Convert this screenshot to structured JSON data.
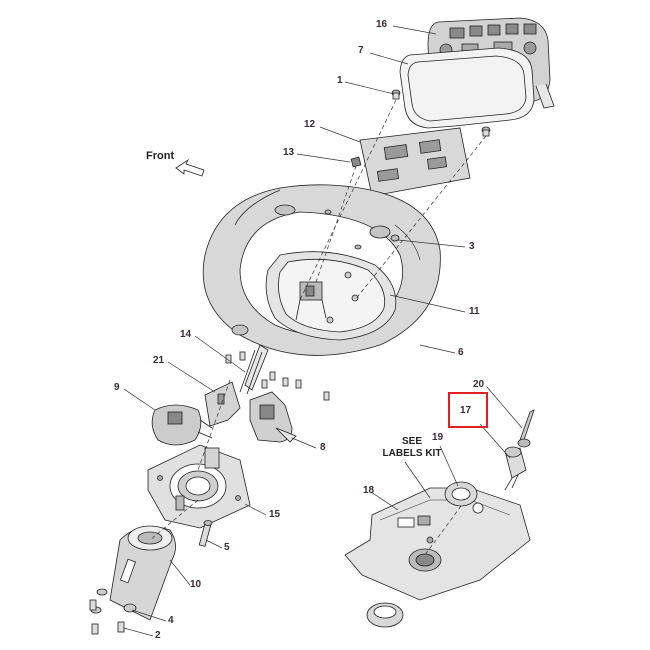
{
  "diagram": {
    "front_label": "Front",
    "see_labels_kit": [
      "SEE",
      "LABELS KIT"
    ],
    "callouts": [
      {
        "id": "c16",
        "text": "16"
      },
      {
        "id": "c7",
        "text": "7"
      },
      {
        "id": "c1",
        "text": "1"
      },
      {
        "id": "c12",
        "text": "12"
      },
      {
        "id": "c13",
        "text": "13"
      },
      {
        "id": "c3",
        "text": "3"
      },
      {
        "id": "c11",
        "text": "11"
      },
      {
        "id": "c6",
        "text": "6"
      },
      {
        "id": "c14",
        "text": "14"
      },
      {
        "id": "c21",
        "text": "21"
      },
      {
        "id": "c9",
        "text": "9"
      },
      {
        "id": "c8",
        "text": "8"
      },
      {
        "id": "c15",
        "text": "15"
      },
      {
        "id": "c5",
        "text": "5"
      },
      {
        "id": "c10",
        "text": "10"
      },
      {
        "id": "c4",
        "text": "4"
      },
      {
        "id": "c2",
        "text": "2"
      },
      {
        "id": "c20",
        "text": "20"
      },
      {
        "id": "c17",
        "text": "17"
      },
      {
        "id": "c19",
        "text": "19"
      },
      {
        "id": "c18",
        "text": "18"
      }
    ],
    "highlighted_callout": "17",
    "colors": {
      "line": "#222222",
      "part_fill": "#cfcfcf",
      "label": "#3a2a3a",
      "highlight": "#e02020"
    }
  }
}
